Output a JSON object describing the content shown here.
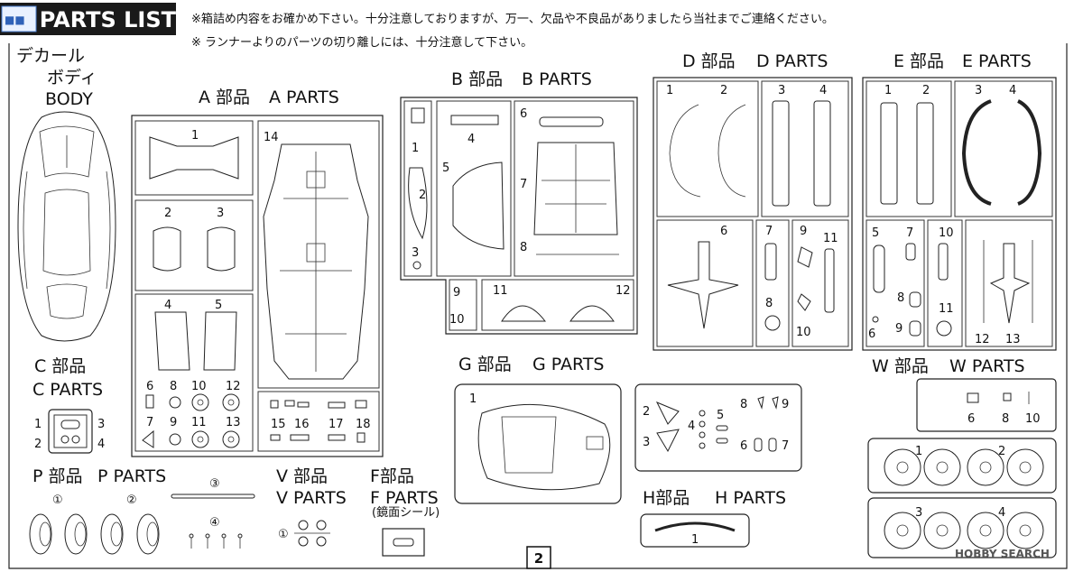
{
  "header": {
    "title": "PARTS LIST",
    "notes": [
      "※箱詰め内容をお確かめ下さい。十分注意しておりますが、万一、欠品や不良品がありましたら当社までご連絡ください。",
      "※ ランナーよりのパーツの切り離しには、十分注意して下さい。"
    ]
  },
  "body": {
    "label_lines": [
      "デカール",
      "ボディ",
      "BODY"
    ]
  },
  "sections": {
    "A": {
      "jp": "A 部品",
      "en": "A PARTS"
    },
    "B": {
      "jp": "B 部品",
      "en": "B PARTS"
    },
    "C": {
      "jp": "C 部品",
      "en": "C PARTS"
    },
    "D": {
      "jp": "D 部品",
      "en": "D PARTS"
    },
    "E": {
      "jp": "E 部品",
      "en": "E PARTS"
    },
    "G": {
      "jp": "G 部品",
      "en": "G PARTS"
    },
    "H": {
      "jp": "H部品",
      "en": "H PARTS"
    },
    "P": {
      "jp": "P 部品",
      "en": "P PARTS"
    },
    "V": {
      "jp": "V 部品",
      "en": "V PARTS"
    },
    "F": {
      "jp": "F部品",
      "en": "F PARTS",
      "sub": "(鏡面シール)"
    },
    "W": {
      "jp": "W 部品",
      "en": "W PARTS"
    }
  },
  "numbers": {
    "A": [
      "1",
      "2",
      "3",
      "4",
      "5",
      "6",
      "7",
      "8",
      "9",
      "10",
      "11",
      "12",
      "13",
      "14",
      "15",
      "16",
      "17",
      "18"
    ],
    "B": [
      "1",
      "2",
      "3",
      "4",
      "5",
      "6",
      "7",
      "8",
      "9",
      "10",
      "11",
      "12"
    ],
    "C": [
      "1",
      "2",
      "3",
      "4"
    ],
    "D": [
      "1",
      "2",
      "3",
      "4",
      "6",
      "7",
      "8",
      "9",
      "10",
      "11"
    ],
    "E": [
      "1",
      "2",
      "3",
      "4",
      "5",
      "6",
      "7",
      "8",
      "9",
      "10",
      "11",
      "12",
      "13"
    ],
    "G": [
      "1",
      "2",
      "3",
      "4",
      "5",
      "6",
      "7",
      "8",
      "9"
    ],
    "H": [
      "1"
    ],
    "P": [
      "①",
      "②",
      "③",
      "④"
    ],
    "V": [
      "①"
    ],
    "W": [
      "1",
      "2",
      "3",
      "4",
      "6",
      "8",
      "10"
    ]
  },
  "page_number": "2",
  "watermark": "HOBBY SEARCH"
}
